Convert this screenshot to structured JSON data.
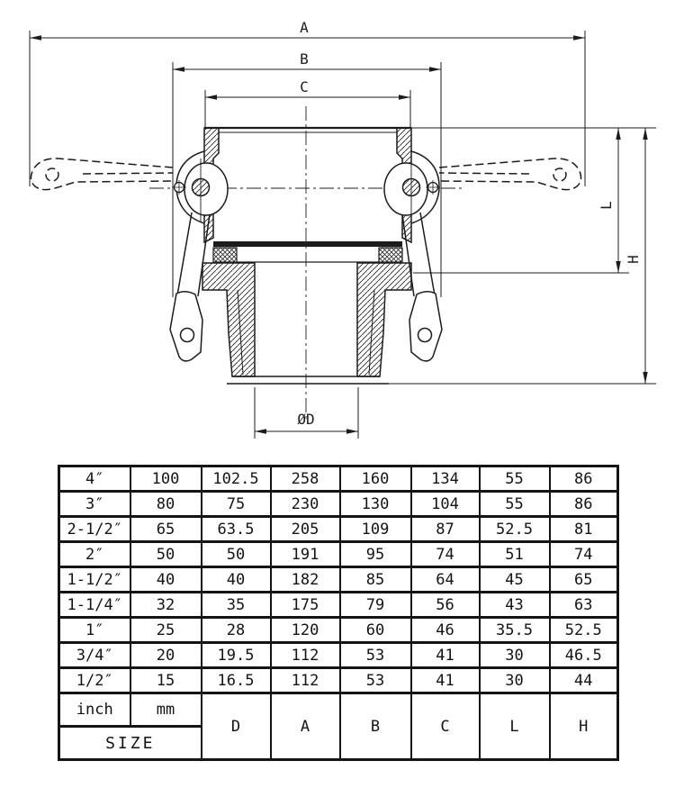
{
  "page": {
    "background": "#ffffff",
    "line_color": "#1c1c1c"
  },
  "drawing": {
    "labels": {
      "A": "A",
      "B": "B",
      "C": "C",
      "L": "L",
      "H": "H",
      "D": "ØD"
    }
  },
  "table": {
    "rows": [
      [
        "4″",
        "100",
        "102.5",
        "258",
        "160",
        "134",
        "55",
        "86"
      ],
      [
        "3″",
        "80",
        "75",
        "230",
        "130",
        "104",
        "55",
        "86"
      ],
      [
        "2-1/2″",
        "65",
        "63.5",
        "205",
        "109",
        "87",
        "52.5",
        "81"
      ],
      [
        "2″",
        "50",
        "50",
        "191",
        "95",
        "74",
        "51",
        "74"
      ],
      [
        "1-1/2″",
        "40",
        "40",
        "182",
        "85",
        "64",
        "45",
        "65"
      ],
      [
        "1-1/4″",
        "32",
        "35",
        "175",
        "79",
        "56",
        "43",
        "63"
      ],
      [
        "1″",
        "25",
        "28",
        "120",
        "60",
        "46",
        "35.5",
        "52.5"
      ],
      [
        "3/4″",
        "20",
        "19.5",
        "112",
        "53",
        "41",
        "30",
        "46.5"
      ],
      [
        "1/2″",
        "15",
        "16.5",
        "112",
        "53",
        "41",
        "30",
        "44"
      ]
    ],
    "footer": {
      "inch": "inch",
      "mm": "mm",
      "size": "SIZE",
      "columns": [
        "D",
        "A",
        "B",
        "C",
        "L",
        "H"
      ]
    }
  }
}
